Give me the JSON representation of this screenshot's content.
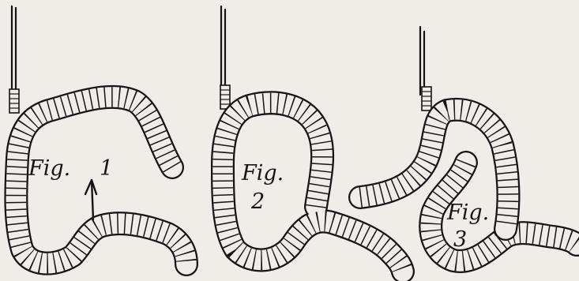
{
  "figures": [
    {
      "caption": "Fig.",
      "number": "1"
    },
    {
      "caption": "Fig.",
      "number": "2"
    },
    {
      "caption": "Fig.",
      "number": "3"
    }
  ]
}
